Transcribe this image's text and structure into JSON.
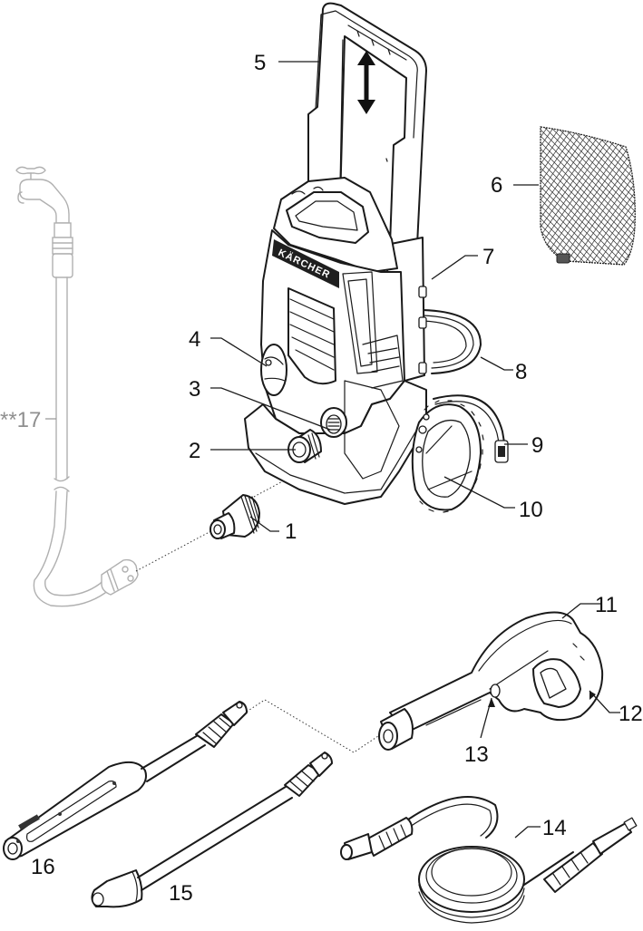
{
  "diagram": {
    "title": "Pressure washer parts overview",
    "brand_label": "KÄRCHER",
    "colors": {
      "line": "#1a1a1a",
      "optional_part": "#b0b0b0",
      "background": "#ffffff"
    },
    "callouts": [
      {
        "id": "1",
        "label": "1",
        "part": "water-inlet-connector"
      },
      {
        "id": "2",
        "label": "2",
        "part": "water-connection"
      },
      {
        "id": "3",
        "label": "3",
        "part": "high-pressure-outlet"
      },
      {
        "id": "4",
        "label": "4",
        "part": "device-switch"
      },
      {
        "id": "5",
        "label": "5",
        "part": "telescopic-handle"
      },
      {
        "id": "6",
        "label": "6",
        "part": "filter-mesh-bag"
      },
      {
        "id": "7",
        "label": "7",
        "part": "power-cord-hook"
      },
      {
        "id": "8",
        "label": "8",
        "part": "power-cord"
      },
      {
        "id": "9",
        "label": "9",
        "part": "detergent-suction-hose"
      },
      {
        "id": "10",
        "label": "10",
        "part": "hose-reel-holder"
      },
      {
        "id": "11",
        "label": "11",
        "part": "trigger-gun"
      },
      {
        "id": "12",
        "label": "12",
        "part": "trigger"
      },
      {
        "id": "13",
        "label": "13",
        "part": "hose-release-button"
      },
      {
        "id": "14",
        "label": "14",
        "part": "high-pressure-hose"
      },
      {
        "id": "15",
        "label": "15",
        "part": "dirt-blaster-lance"
      },
      {
        "id": "16",
        "label": "16",
        "part": "vario-power-spray-lance"
      },
      {
        "id": "17",
        "label": "**17",
        "part": "garden-hose-optional"
      }
    ]
  }
}
